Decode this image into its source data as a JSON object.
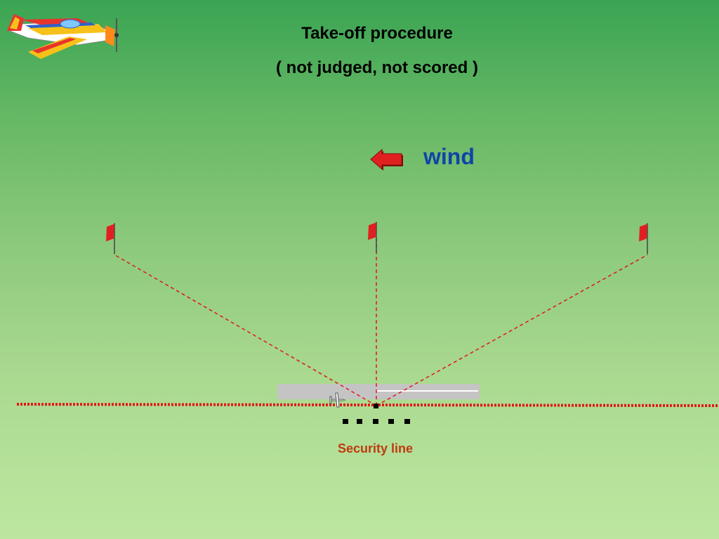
{
  "header": {
    "title": "Take-off procedure",
    "subtitle": "( not judged, not scored )"
  },
  "wind": {
    "label": "wind",
    "direction": "left",
    "arrow_color": "#e02020",
    "label_color": "#1044a8"
  },
  "security_line": {
    "label": "Security line",
    "line_color": "#e01818",
    "label_color": "#c03a10"
  },
  "flags": {
    "count": 3,
    "color": "#e02020",
    "positions": [
      "left",
      "center",
      "right"
    ]
  },
  "runway": {
    "color": "#c4c4c4",
    "centerline_color": "#ffffff"
  },
  "judges": {
    "count": 5,
    "color": "#000000"
  },
  "icons": {
    "logo": "aerobatic-airplane-icon",
    "small_plane": "airplane-icon"
  }
}
